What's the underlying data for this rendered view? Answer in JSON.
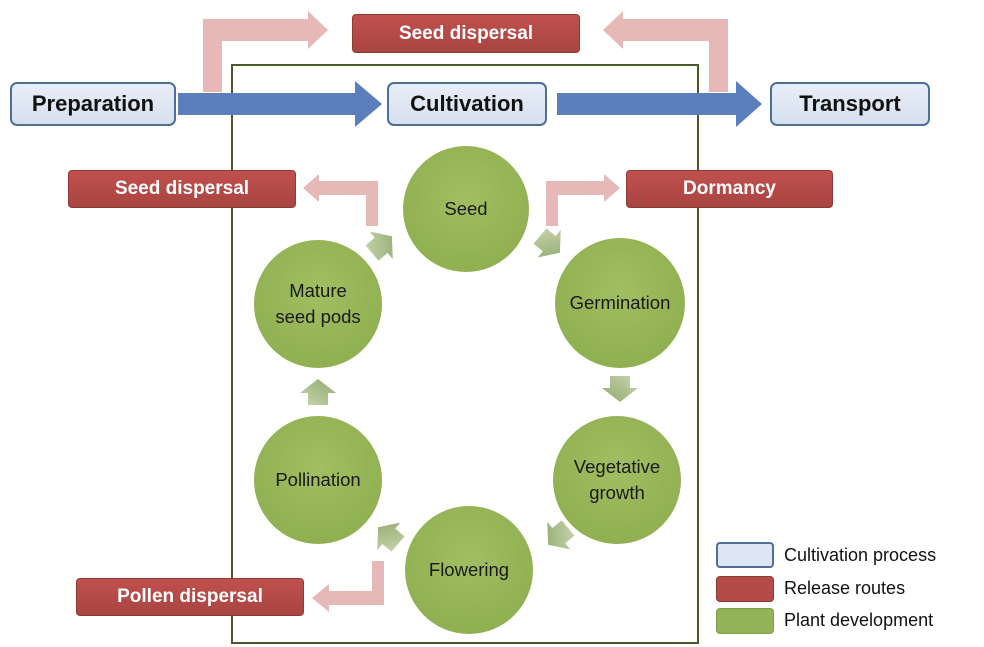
{
  "process": {
    "preparation": "Preparation",
    "cultivation": "Cultivation",
    "transport": "Transport"
  },
  "release": {
    "seed_dispersal_top": "Seed dispersal",
    "seed_dispersal_left": "Seed dispersal",
    "dormancy": "Dormancy",
    "pollen_dispersal": "Pollen dispersal"
  },
  "stages": {
    "seed": "Seed",
    "germination": "Germination",
    "vegetative_line1": "Vegetative",
    "vegetative_line2": "growth",
    "flowering": "Flowering",
    "pollination": "Pollination",
    "mature_line1": "Mature",
    "mature_line2": "seed pods"
  },
  "legend": {
    "cultivation_process": "Cultivation process",
    "release_routes": "Release routes",
    "plant_development": "Plant development"
  },
  "colors": {
    "process_fill": "#dde6f2",
    "process_border": "#4f6f99",
    "release_fill": "#b34b47",
    "plant_fill": "#94b356",
    "main_arrow": "#5b7fbd",
    "release_arrow": "#e6b9b8",
    "frame": "#4a5a2a"
  }
}
